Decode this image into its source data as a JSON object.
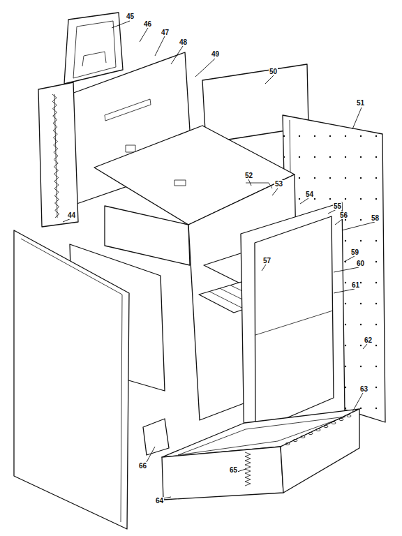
{
  "diagram": {
    "labels": [
      "44",
      "45",
      "46",
      "47",
      "48",
      "49",
      "50",
      "51",
      "52",
      "53",
      "54",
      "55",
      "56",
      "57",
      "58",
      "59",
      "60",
      "61",
      "62",
      "63",
      "64",
      "65",
      "66"
    ]
  }
}
